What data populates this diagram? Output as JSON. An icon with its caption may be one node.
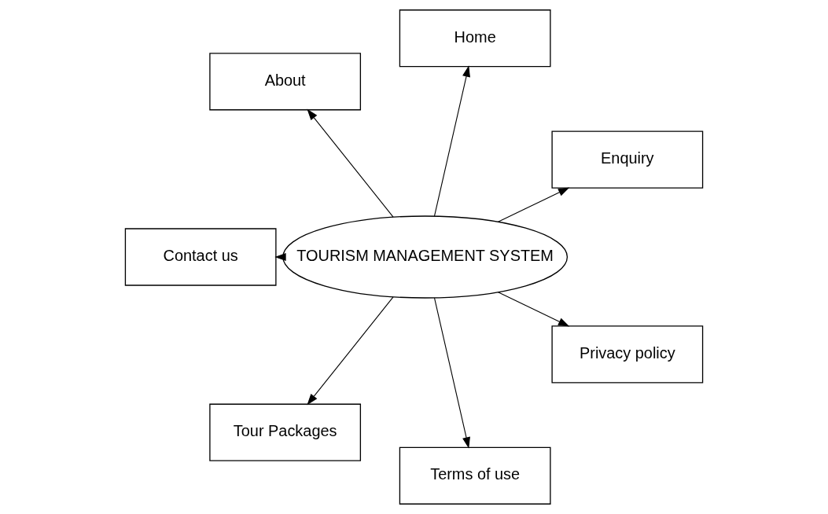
{
  "diagram": {
    "nodes": [
      {
        "text": [
          "TOURISM MANAGEMENT SYSTEM"
        ]
      },
      {
        "text": [
          "Enquiry"
        ]
      },
      {
        "text": [
          "Home"
        ]
      },
      {
        "text": [
          "About"
        ]
      },
      {
        "text": [
          "Contact us"
        ]
      },
      {
        "text": [
          "Tour Packages"
        ]
      },
      {
        "text": [
          "Terms of use"
        ]
      },
      {
        "text": [
          "Privacy policy"
        ]
      }
    ],
    "edges": [
      {
        "from": 0,
        "to": 1,
        "arrow": "to"
      },
      {
        "from": 0,
        "to": 2,
        "arrow": "to"
      },
      {
        "from": 0,
        "to": 3,
        "arrow": "to"
      },
      {
        "from": 0,
        "to": 4,
        "arrow": "to"
      },
      {
        "from": 0,
        "to": 5,
        "arrow": "to"
      },
      {
        "from": 0,
        "to": 6,
        "arrow": "to"
      },
      {
        "from": 0,
        "to": 7,
        "arrow": "to"
      }
    ]
  }
}
